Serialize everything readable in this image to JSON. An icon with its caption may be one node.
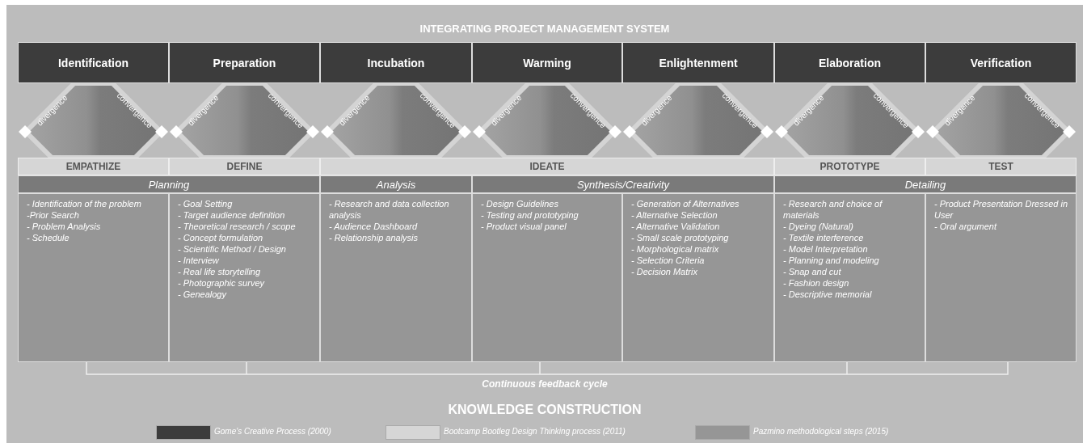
{
  "diagram": {
    "title": "INTEGRATING PROJECT MANAGEMENT SYSTEM",
    "caption": "KNOWLEDGE CONSTRUCTION",
    "nodes": [
      {
        "text": [
          "Identification"
        ]
      },
      {
        "text": [
          "Preparation"
        ]
      },
      {
        "text": [
          "Incubation"
        ]
      },
      {
        "text": [
          "Warming"
        ]
      },
      {
        "text": [
          "Enlightenment"
        ]
      },
      {
        "text": [
          "Elaboration"
        ]
      },
      {
        "text": [
          "Verification"
        ]
      },
      {
        "text": [
          "divergence",
          "convergence"
        ]
      },
      {
        "text": [
          "divergence",
          "convergence"
        ]
      },
      {
        "text": [
          "divergence",
          "convergence"
        ]
      },
      {
        "text": [
          "divergence",
          "convergence"
        ]
      },
      {
        "text": [
          "divergence",
          "convergence"
        ]
      },
      {
        "text": [
          "divergence",
          "convergence"
        ]
      },
      {
        "text": [
          "divergence",
          "convergence"
        ]
      },
      {
        "text": [
          "EMPATHIZE"
        ]
      },
      {
        "text": [
          "DEFINE"
        ]
      },
      {
        "text": [
          "IDEATE"
        ]
      },
      {
        "text": [
          "PROTOTYPE"
        ]
      },
      {
        "text": [
          "TEST"
        ]
      },
      {
        "text": [
          "Planning"
        ]
      },
      {
        "text": [
          "Analysis"
        ]
      },
      {
        "text": [
          "Synthesis/Creativity"
        ]
      },
      {
        "text": [
          "Detailing"
        ]
      },
      {
        "text": [
          "- Identification of the problem",
          "-Prior Search",
          "- Problem Analysis",
          "- Schedule"
        ]
      },
      {
        "text": [
          "- Goal Setting",
          "- Target audience definition",
          "- Theoretical research / scope",
          "- Concept formulation",
          "- Scientific Method / Design",
          "- Interview",
          "- Real life storytelling",
          "- Photographic survey",
          "- Genealogy"
        ]
      },
      {
        "text": [
          "- Research and data collection analysis",
          "- Audience Dashboard",
          "- Relationship analysis"
        ]
      },
      {
        "text": [
          "- Design Guidelines",
          "- Testing and prototyping",
          "- Product visual panel"
        ]
      },
      {
        "text": [
          "- Generation of Alternatives",
          "- Alternative Selection",
          "- Alternative Validation",
          "- Small scale prototyping",
          "- Morphological matrix",
          "- Selection Criteria",
          "- Decision Matrix"
        ]
      },
      {
        "text": [
          "- Research and choice of materials",
          "- Dyeing (Natural)",
          "- Textile interference",
          "- Model Interpretation",
          "- Planning and modeling",
          "- Snap and cut",
          "- Fashion design",
          "- Descriptive memorial"
        ]
      },
      {
        "text": [
          "- Product Presentation Dressed in User",
          "- Oral argument"
        ]
      }
    ],
    "labels": [
      "Continuous feedback cycle"
    ],
    "legend": [
      {
        "text": "Gome's Creative Process (2000)",
        "color": "#3c3c3c"
      },
      {
        "text": "Bootcamp Bootleg Design Thinking process (2011)",
        "color": "#d6d6d6"
      },
      {
        "text": "Pazmino methodological steps (2015)",
        "color": "#969696"
      }
    ]
  }
}
